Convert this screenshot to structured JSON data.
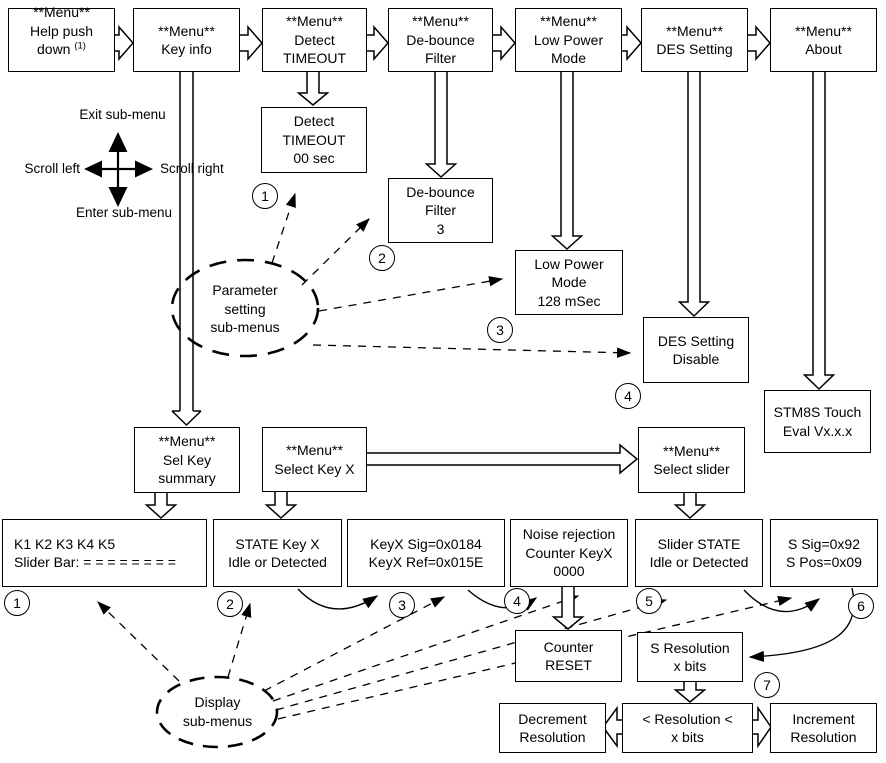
{
  "figure": {
    "background_color": "#ffffff",
    "ink_color": "#000000",
    "description_labels": {
      "nav_up": "Exit sub-menu",
      "nav_left": "Scroll left",
      "nav_right": "Scroll right",
      "nav_down": "Enter sub-menu"
    }
  },
  "nodes": {
    "menu_help": {
      "text": "**Menu**\nHelp push",
      "line3": "down ",
      "sup": "(1)"
    },
    "menu_key_info": {
      "text": "**Menu**\nKey info"
    },
    "menu_detect": {
      "text": "**Menu**\nDetect\nTIMEOUT"
    },
    "menu_debounce": {
      "text": "**Menu**\nDe-bounce\nFilter"
    },
    "menu_low_power": {
      "text": "**Menu**\nLow Power\nMode"
    },
    "menu_des": {
      "text": "**Menu**\nDES Setting"
    },
    "menu_about": {
      "text": "**Menu**\nAbout"
    },
    "detect_timeout_value": {
      "text": "Detect\nTIMEOUT\n00 sec"
    },
    "debounce_value": {
      "text": "De-bounce\nFilter\n3"
    },
    "low_power_value": {
      "text": "Low Power\nMode\n128 mSec"
    },
    "des_value": {
      "text": "DES Setting\nDisable"
    },
    "firmware_version": {
      "text": "STM8S Touch\nEval Vx.x.x"
    },
    "menu_sel_key_summary": {
      "text": "**Menu**\nSel Key\nsummary"
    },
    "menu_select_key_x": {
      "text": "**Menu**\nSelect Key X"
    },
    "menu_select_slider": {
      "text": "**Menu**\nSelect slider"
    },
    "display_keys": {
      "text": "K1 K2 K3 K4 K5\nSlider Bar: = = = = = = = ="
    },
    "display_state_key": {
      "text": "STATE Key X\nIdle or Detected"
    },
    "display_key_sig": {
      "text": "KeyX Sig=0x0184\nKeyX Ref=0x015E"
    },
    "display_noise": {
      "text": "Noise rejection\nCounter KeyX\n0000"
    },
    "display_slider_state": {
      "text": "Slider STATE\nIdle or Detected"
    },
    "display_slider_sig": {
      "text": "S Sig=0x92\nS Pos=0x09"
    },
    "counter_reset": {
      "text": "Counter\nRESET"
    },
    "s_resolution": {
      "text": "S Resolution\nx bits"
    },
    "decrement_resolution": {
      "text": "Decrement\nResolution"
    },
    "resolution_range": {
      "text": "< Resolution <\nx bits"
    },
    "increment_resolution": {
      "text": "Increment\nResolution"
    }
  },
  "groups": {
    "parameter": "Parameter\nsetting\nsub-menus",
    "display": "Display\nsub-menus"
  },
  "step_markers": {
    "parameter": [
      "1",
      "2",
      "3",
      "4"
    ],
    "display": [
      "1",
      "2",
      "3",
      "4",
      "5",
      "6",
      "7"
    ]
  }
}
